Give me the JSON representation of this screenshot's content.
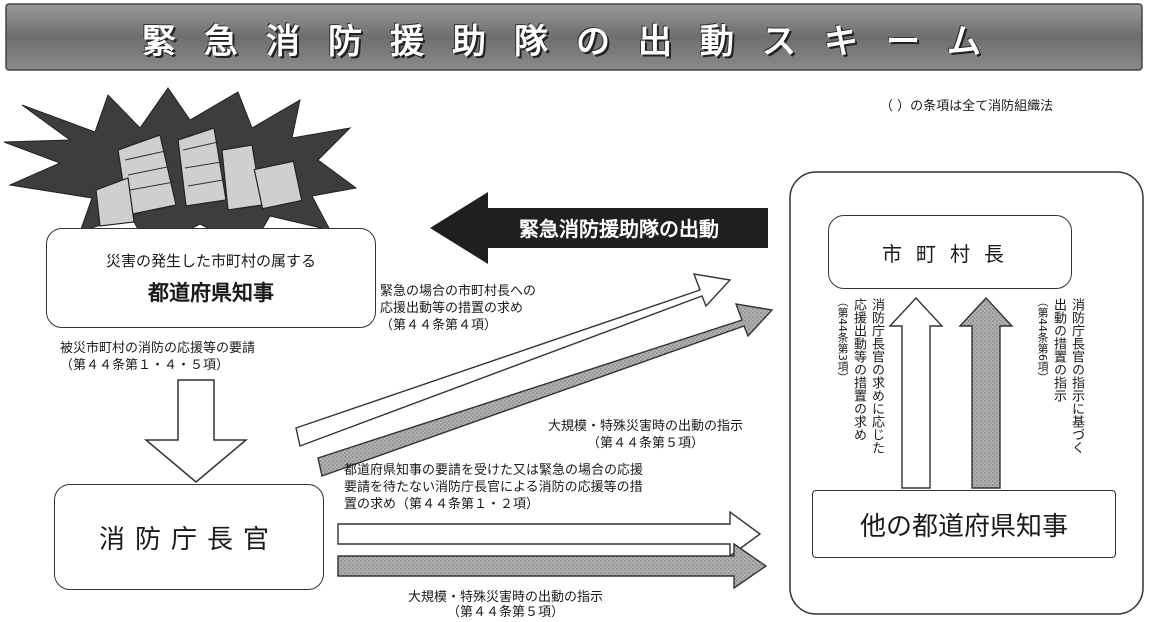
{
  "title": "緊急消防援助隊の出動スキーム",
  "note": "（ ）の条項は全て消防組織法",
  "boxes": {
    "prefecture_governor": {
      "line1": "災害の発生した市町村の属する",
      "line2": "都道府県知事"
    },
    "fdma_commissioner": "消防庁長官",
    "other_governor": "他の都道府県知事",
    "mayor": "市町村長"
  },
  "dispatch_banner": "緊急消防援助隊の出動",
  "labels": {
    "request_left": {
      "line1": "被災市町村の消防の応援等の要請",
      "line2": "（第４４条第１・４・５項）"
    },
    "emergency_request": {
      "line1": "緊急の場合の市町村長への",
      "line2": "応援出動等の措置の求め",
      "line3": "（第４４条第４項）"
    },
    "instruction_upper": {
      "line1": "大規模・特殊災害時の出動の指示",
      "line2": "（第４４条第５項）"
    },
    "commissioner_request": {
      "line1": "都道府県知事の要請を受けた又は緊急の場合の応援",
      "line2": "要請を待たない消防庁長官による消防の応援等の措",
      "line3": "置の求め（第４４条第１・２項）"
    },
    "instruction_lower": {
      "line1": "大規模・特殊災害時の出動の指示",
      "line2": "（第４４条第５項）"
    }
  },
  "vertical_labels": {
    "measures_based": {
      "col1": "消防庁長官の指示に基づく",
      "col2": "出動の措置の指示",
      "col3": "（第44条第6項）"
    },
    "measures_request": {
      "col1": "消防庁長官の求めに応じた",
      "col2": "応援出動等の措置の求め",
      "col3": "（第44条第3項）"
    }
  }
}
